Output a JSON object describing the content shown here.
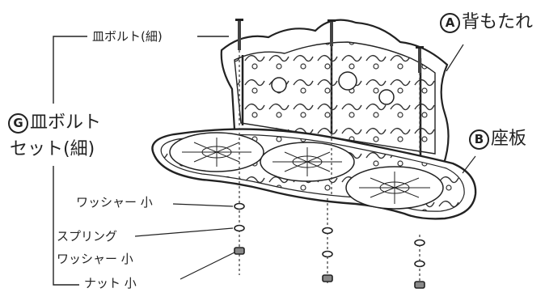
{
  "labels": {
    "sara_bolt_hoso": "皿ボルト(細)",
    "a_letter": "A",
    "a_text": "背もたれ",
    "b_letter": "B",
    "b_text": "座板",
    "g_letter": "G",
    "g_line1": "皿ボルト",
    "g_line2": "セット(細)",
    "washer_small": "ワッシャー 小",
    "spring_line1": "スプリング",
    "spring_line2": "ワッシャー 小",
    "nut_small": "ナット 小"
  }
}
